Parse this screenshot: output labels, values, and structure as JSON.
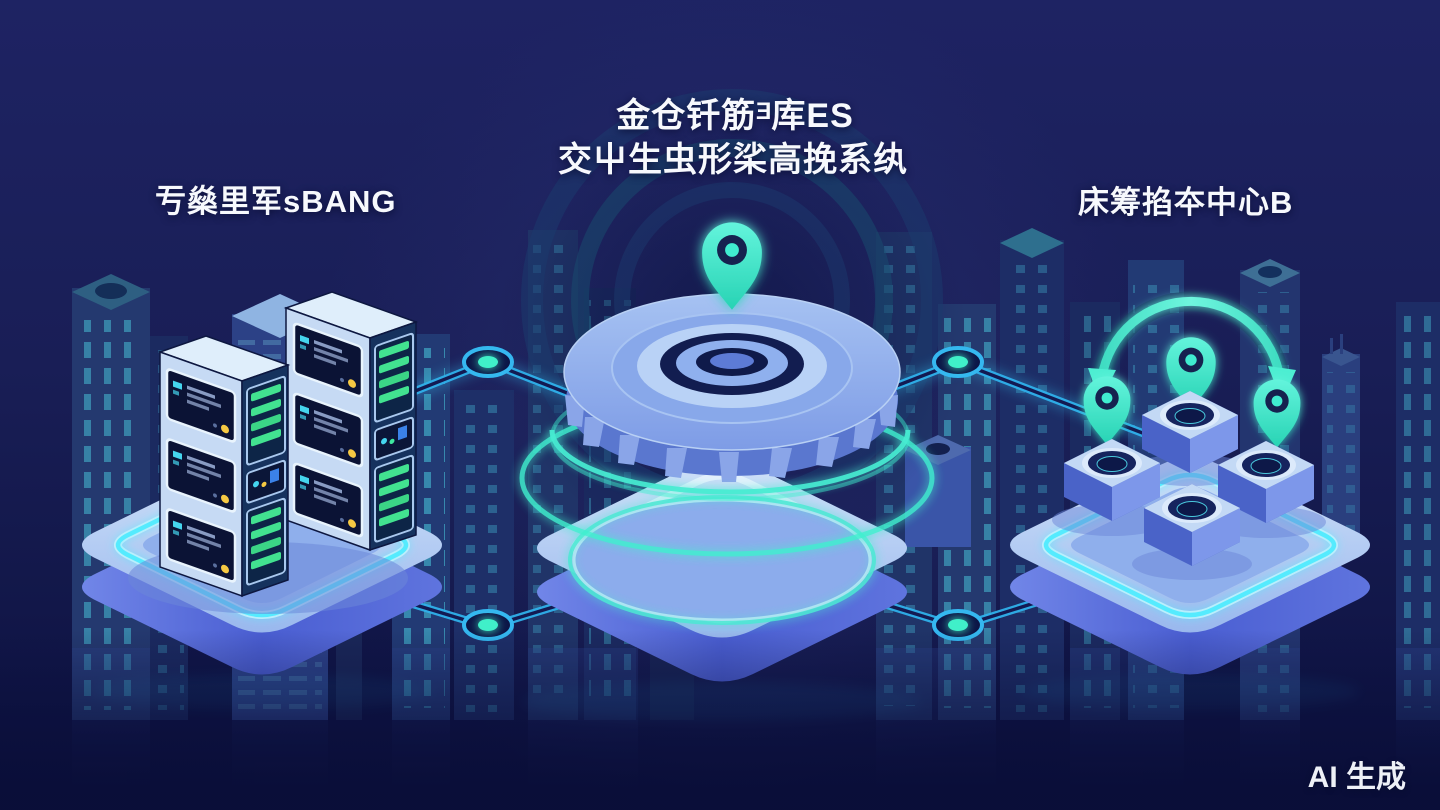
{
  "scene": {
    "labels": {
      "left_platform": "亐燊里军sBANG",
      "center_platform_line1": "金仓钎筋ᴲ库ES",
      "center_platform_line2": "交屮生虫形桬高挽系纨",
      "right_platform": "床筹掐夲中心B",
      "watermark": "AI 生成"
    },
    "components": {
      "left": "server-rack-cluster",
      "center": "gear-disc-hub-with-location-pin",
      "right": "chip-grid-with-sync-arrows-and-pins"
    },
    "icons": [
      "location-pin-icon",
      "sync-arrows-icon",
      "server-rack-icon",
      "gear-disc-icon",
      "chip-node-icon",
      "link-node-icon"
    ],
    "colors": {
      "background_top": "#1e2363",
      "background_bottom": "#0b1040",
      "building_navy": "#223a74",
      "platform_top": "#c9dcf7",
      "platform_side": "#5166d8",
      "accent_cyan": "#4deffe",
      "accent_teal": "#3ff0cf",
      "server_green": "#42e290",
      "panel_navy": "#0b1335",
      "indicator_yellow": "#f6c943",
      "line_cyan": "#2fb0ea",
      "text_white": "#f7f9fd"
    }
  }
}
